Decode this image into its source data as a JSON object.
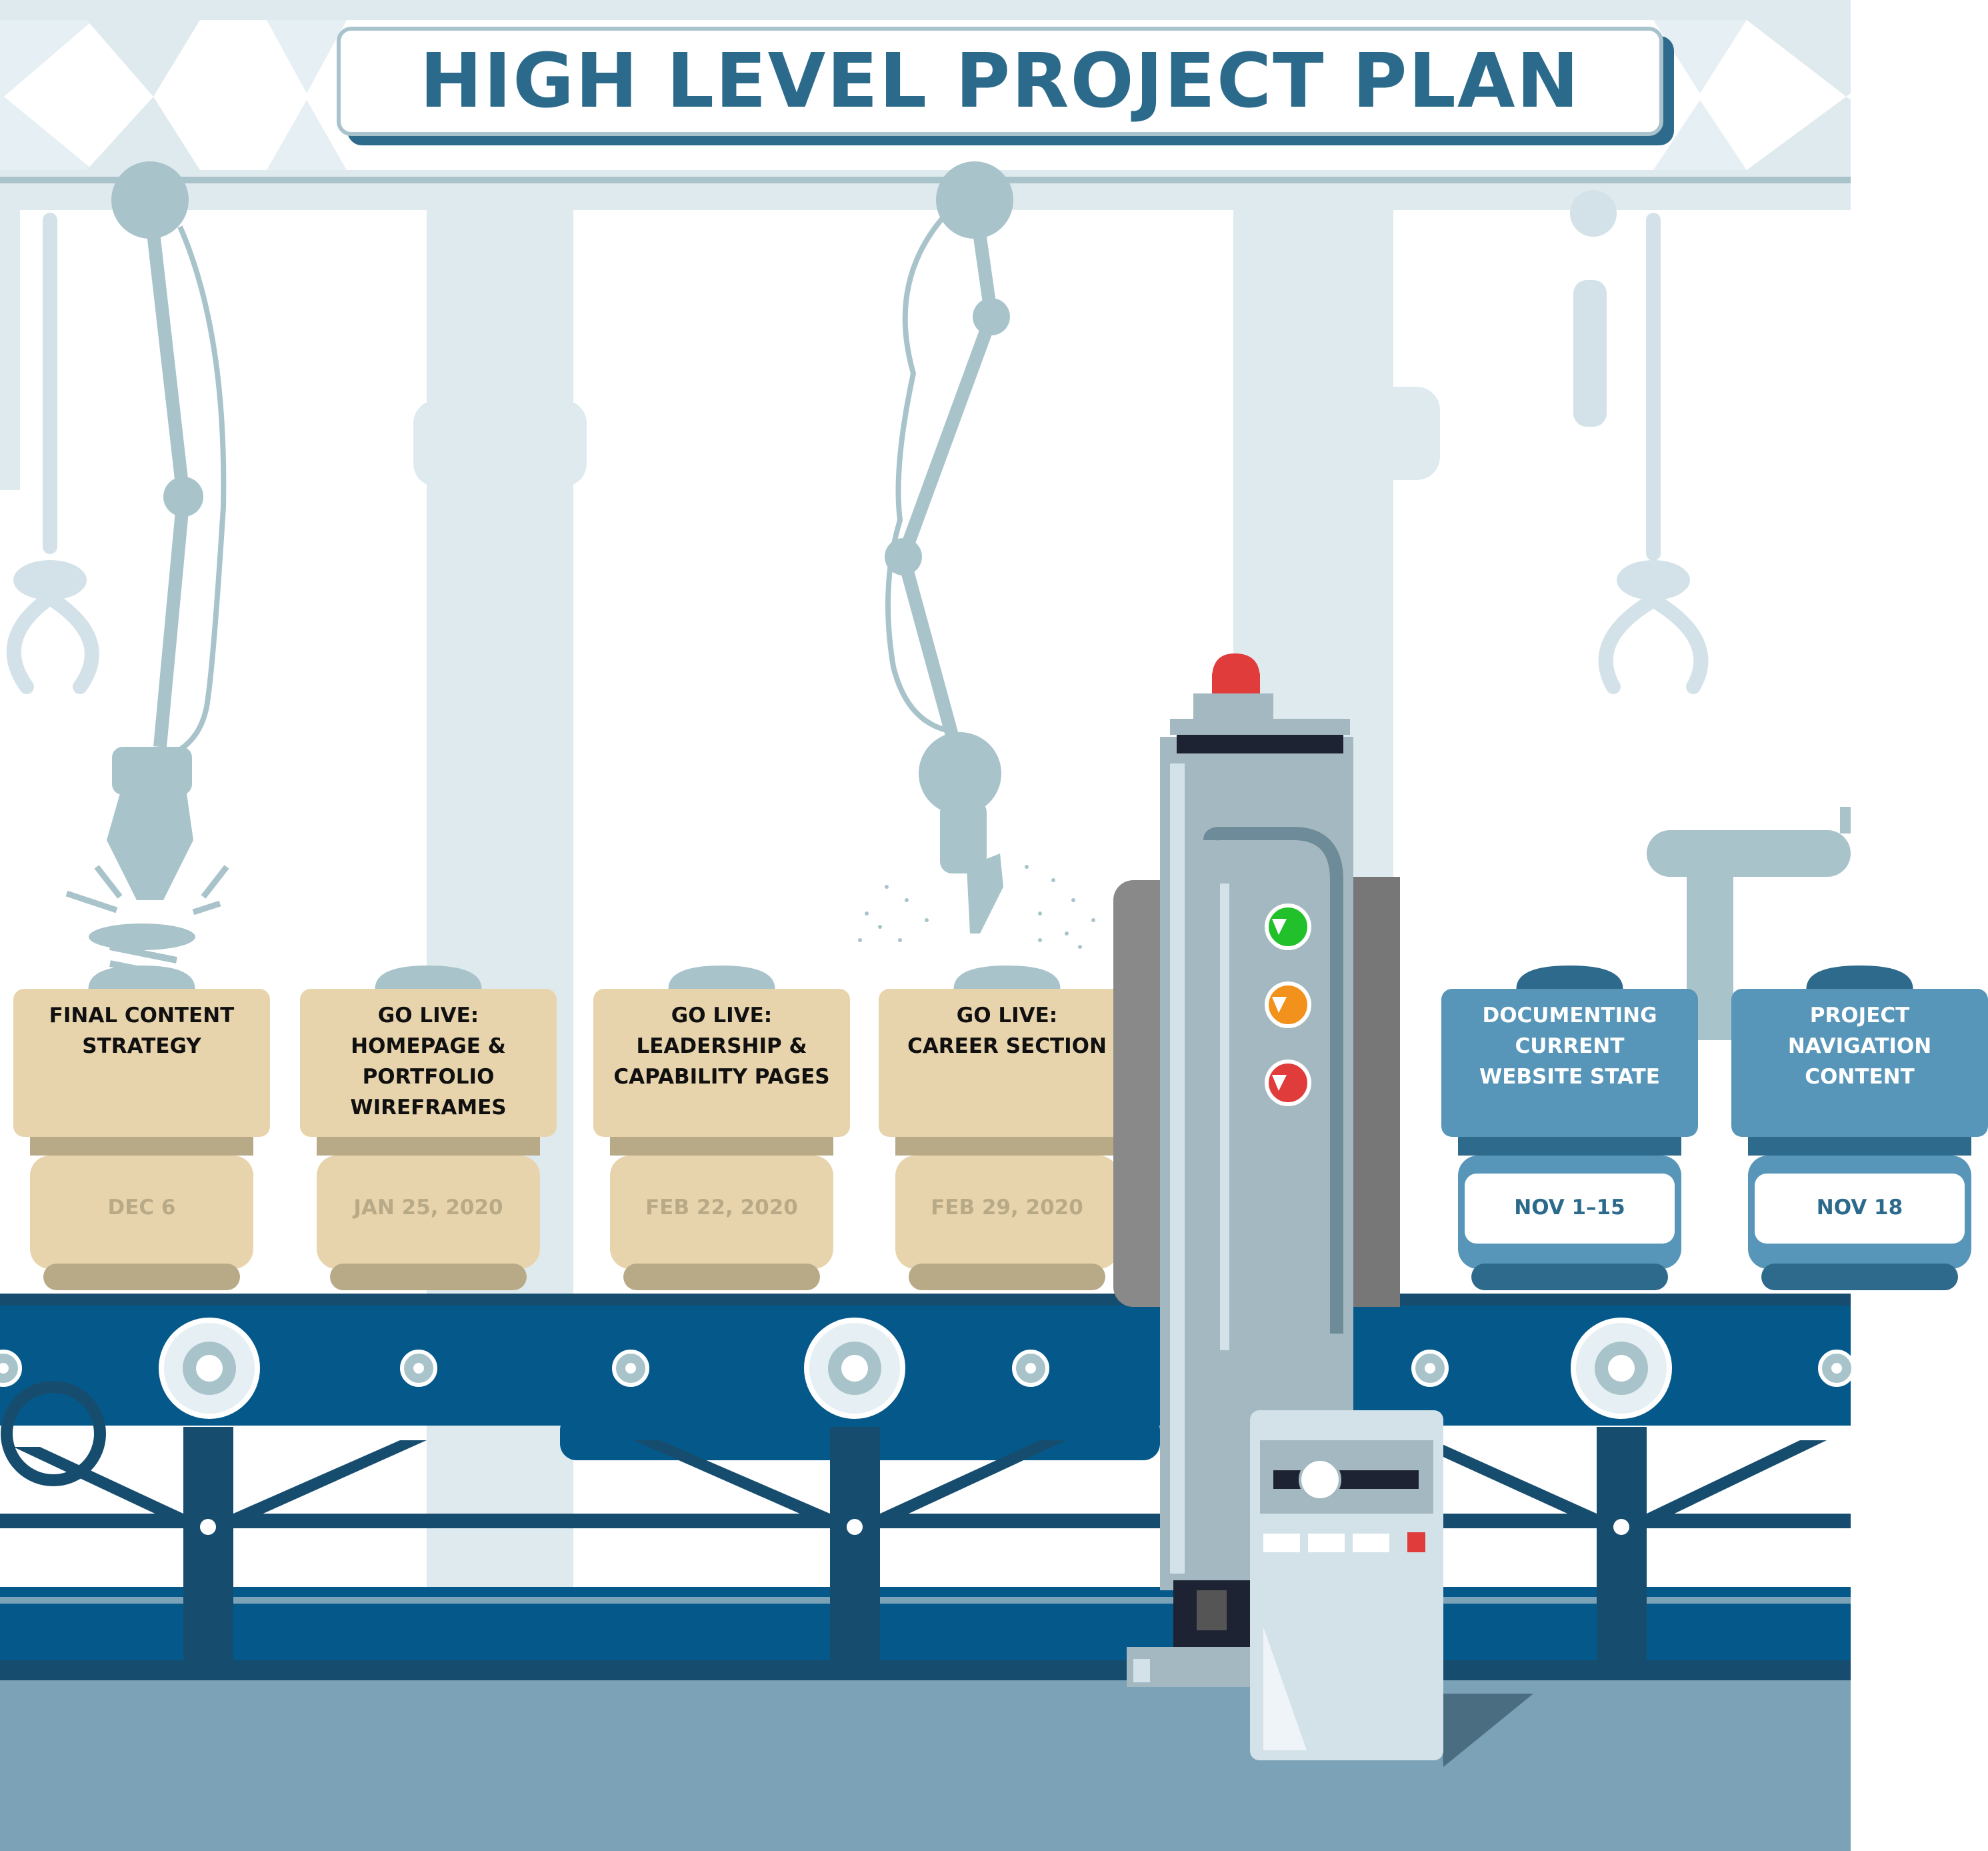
{
  "title": "HIGH LEVEL PROJECT PLAN",
  "colors": {
    "title_text": "#2b6a8b",
    "tan_box": "#e8d4ac",
    "blue_box": "#5796b8",
    "conveyor_belt": "#05588a",
    "floor": "#7ba2b6",
    "light_green": "#22c02a",
    "light_orange": "#f2921c",
    "light_red": "#e03c3c"
  },
  "milestones": [
    {
      "lines": [
        "FINAL CONTENT",
        "STRATEGY"
      ],
      "date": "DEC 6",
      "style": "tan"
    },
    {
      "lines": [
        "GO LIVE:",
        "HOMEPAGE &",
        "PORTFOLIO",
        "WIREFRAMES"
      ],
      "date": "JAN 25, 2020",
      "style": "tan"
    },
    {
      "lines": [
        "GO LIVE:",
        "LEADERSHIP &",
        "CAPABILITY PAGES"
      ],
      "date": "FEB 22, 2020",
      "style": "tan"
    },
    {
      "lines": [
        "GO LIVE:",
        "CAREER SECTION"
      ],
      "date": "FEB 29, 2020",
      "style": "tan"
    },
    {
      "lines": [
        "DOCUMENTING",
        "CURRENT",
        "WEBSITE STATE"
      ],
      "date": "NOV 1–15",
      "style": "blue"
    },
    {
      "lines": [
        "PROJECT",
        "NAVIGATION",
        "CONTENT"
      ],
      "date": "NOV 18",
      "style": "blue"
    }
  ],
  "machine_lights": [
    "green",
    "orange",
    "red"
  ],
  "icons": [
    "robotic-claw-icon",
    "robotic-arm-icon",
    "gear-icon",
    "warning-light-icon",
    "control-panel-icon"
  ]
}
